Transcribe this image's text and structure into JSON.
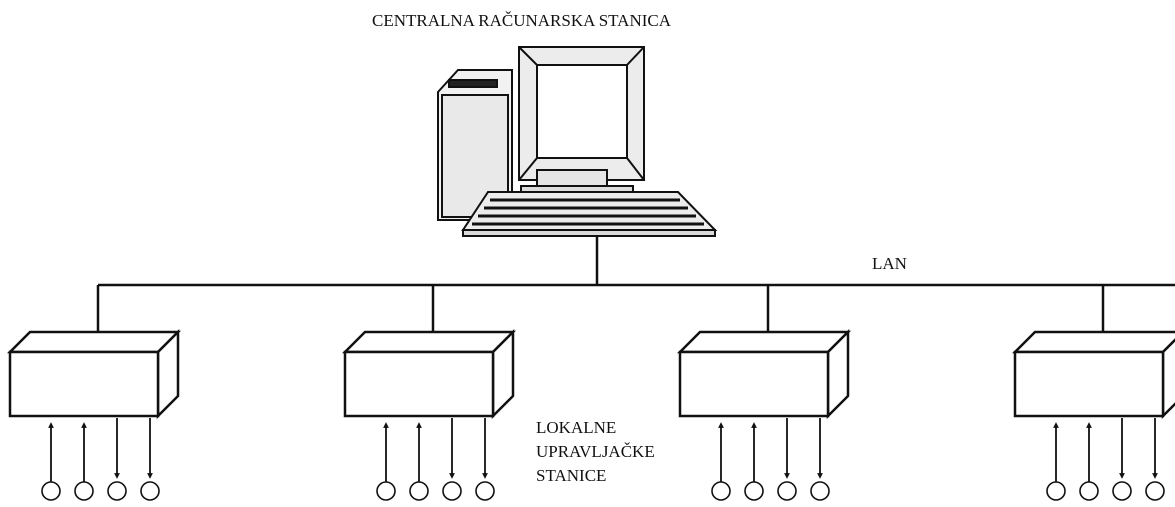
{
  "labels": {
    "central_station": "CENTRALNA RAČUNARSKA STANICA",
    "lan": "LAN",
    "local_stations_line1": "LOKALNE",
    "local_stations_line2": "UPRAVLJAČKE",
    "local_stations_line3": "STANICE"
  },
  "nodes": {
    "central": "computer workstation",
    "local_station_count": 4,
    "signals_per_station": [
      "input",
      "input",
      "output",
      "output"
    ]
  },
  "colors": {
    "stroke": "#111111",
    "background": "#ffffff"
  }
}
